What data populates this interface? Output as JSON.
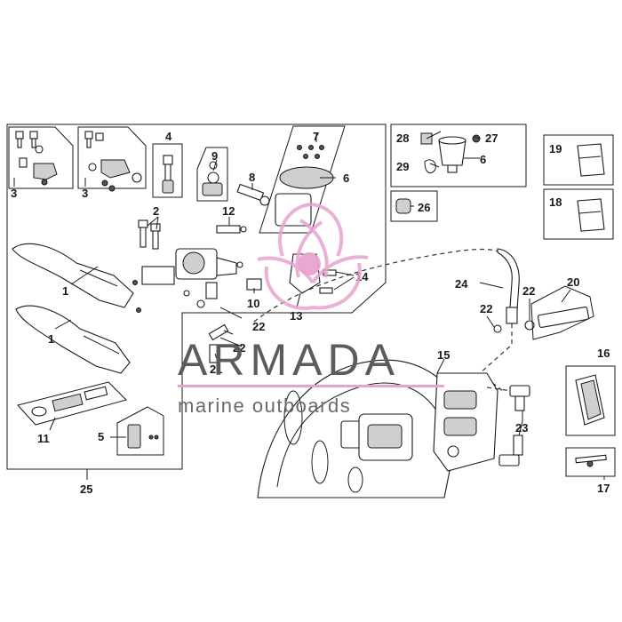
{
  "watermark": {
    "brand": "ARMADA",
    "tagline": "marine outboards",
    "accent_color": "#e7a3cf",
    "text_color": "#5c5c5c"
  },
  "callouts": {
    "c1a": "1",
    "c1b": "1",
    "c2": "2",
    "c3a": "3",
    "c3b": "3",
    "c4": "4",
    "c5": "5",
    "c6a": "6",
    "c6b": "6",
    "c7": "7",
    "c8": "8",
    "c9": "9",
    "c10": "10",
    "c11": "11",
    "c12": "12",
    "c13": "13",
    "c14": "14",
    "c15": "15",
    "c16": "16",
    "c17": "17",
    "c18": "18",
    "c19": "19",
    "c20": "20",
    "c21": "21",
    "c22a": "22",
    "c22b": "22",
    "c22c": "22",
    "c22d": "22",
    "c23": "23",
    "c24": "24",
    "c25": "25",
    "c26": "26",
    "c27": "27",
    "c28": "28",
    "c29": "29"
  }
}
